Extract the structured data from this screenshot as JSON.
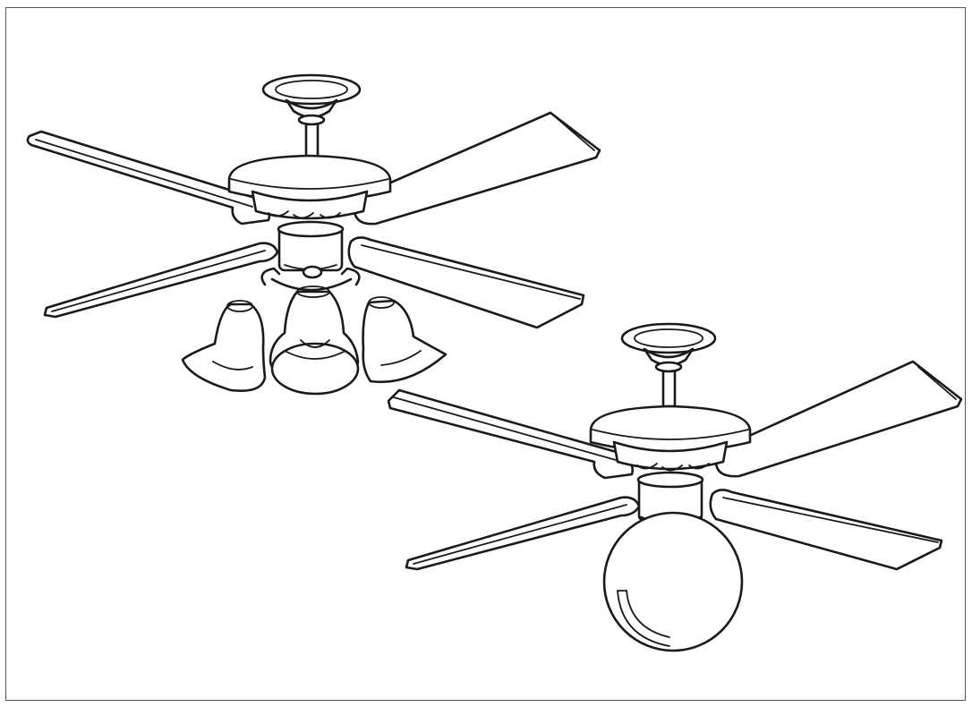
{
  "figure": {
    "subjects": [
      {
        "name": "ceiling-fan-with-three-bell-lights",
        "blades": 4,
        "lights": 3
      },
      {
        "name": "ceiling-fan-with-globe-light",
        "blades": 4,
        "lights": 1
      }
    ],
    "colors": {
      "ink": "#1a1a1a",
      "paper": "#ffffff",
      "frame": "#555555"
    }
  }
}
